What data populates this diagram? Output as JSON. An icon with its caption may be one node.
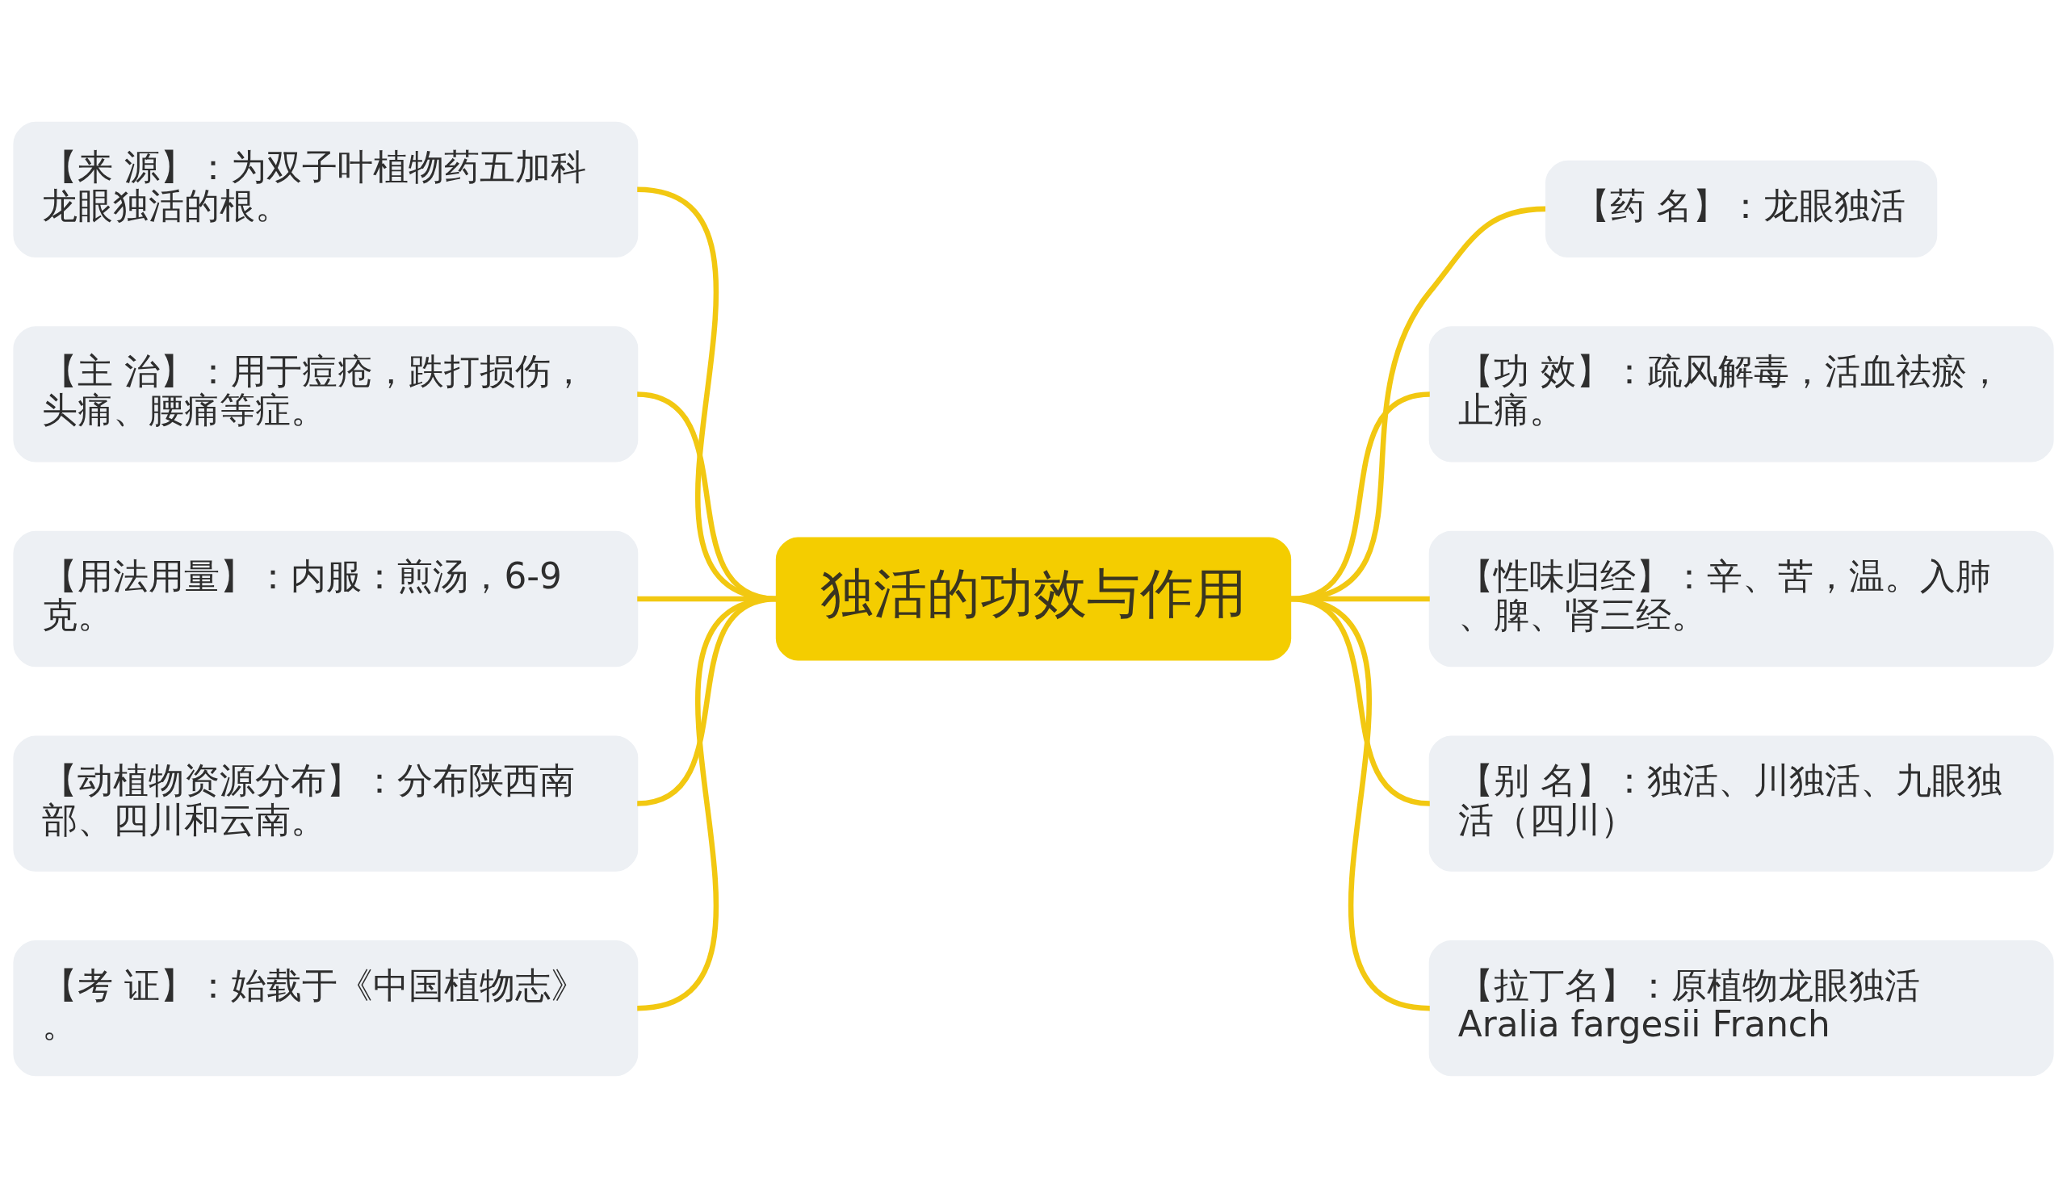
{
  "diagram": {
    "nodes": [
      {
        "text": [
          "独活的功效与作用"
        ]
      },
      {
        "text": [
          "【来 源】：为双子叶植物药五加科龙眼独活的根。"
        ]
      },
      {
        "text": [
          "【主 治】：用于痘疮，跌打损伤，头痛、腰痛等症。"
        ]
      },
      {
        "text": [
          "【用法用量】：内服：煎汤，6-9克。"
        ]
      },
      {
        "text": [
          "【动植物资源分布】：分布陕西南部、四川和云南。"
        ]
      },
      {
        "text": [
          "【考 证】：始载于《中国植物志》。"
        ]
      },
      {
        "text": [
          "【药 名】：龙眼独活"
        ]
      },
      {
        "text": [
          "【功 效】：疏风解毒，活血祛瘀，止痛。"
        ]
      },
      {
        "text": [
          "【性味归经】：辛、苦，温。入肺、脾、肾三经。"
        ]
      },
      {
        "text": [
          "【别 名】：独活、川独活、九眼独活（四川）"
        ]
      },
      {
        "text": [
          "【拉丁名】：原植物龙眼独活Aralia fargesii Franch"
        ]
      }
    ],
    "edges": [
      {
        "from": 1,
        "to": 0,
        "arrow": "none"
      },
      {
        "from": 2,
        "to": 0,
        "arrow": "none"
      },
      {
        "from": 3,
        "to": 0,
        "arrow": "none"
      },
      {
        "from": 4,
        "to": 0,
        "arrow": "none"
      },
      {
        "from": 5,
        "to": 0,
        "arrow": "none"
      },
      {
        "from": 0,
        "to": 6,
        "arrow": "none"
      },
      {
        "from": 0,
        "to": 7,
        "arrow": "none"
      },
      {
        "from": 0,
        "to": 8,
        "arrow": "none"
      },
      {
        "from": 0,
        "to": 9,
        "arrow": "none"
      },
      {
        "from": 0,
        "to": 10,
        "arrow": "none"
      }
    ]
  }
}
